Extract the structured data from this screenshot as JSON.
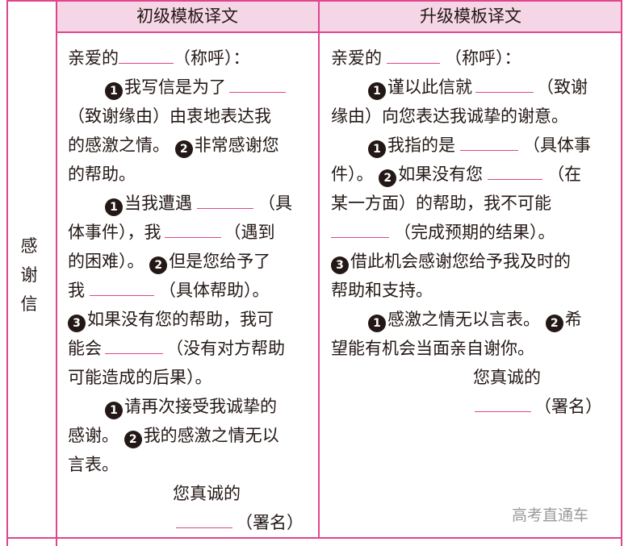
{
  "header": {
    "col1": "初级模板译文",
    "col2": "升级模板译文"
  },
  "side_label": [
    "感",
    "谢",
    "信"
  ],
  "col1": {
    "greeting": [
      "亲爱的",
      "（称呼）："
    ],
    "p1": {
      "l1": [
        "我写信是为了"
      ],
      "l2": "（致谢缘由）由衷地表达我",
      "l3a": "的感激之情。",
      "l3b": "非常感谢您",
      "l4": "的帮助。"
    },
    "p2": {
      "l1": [
        "当我遭遇",
        "（具"
      ],
      "l2": [
        "体事件），我",
        "（遇到"
      ],
      "l3a": "的困难）。",
      "l3b": "但是您给予了",
      "l4": [
        "我",
        "（具体帮助）。"
      ],
      "l5": "如果没有您的帮助，我可",
      "l6": [
        "能会",
        "（没有对方帮助"
      ],
      "l7": "可能造成的后果）。"
    },
    "p3": {
      "l1": "请再次接受我诚挚的",
      "l2a": "感谢。",
      "l2b": "我的感激之情无以",
      "l3": "言表。"
    },
    "closing": "您真诚的",
    "signature": "（署名）"
  },
  "col2": {
    "greeting": [
      "亲爱的",
      "（称呼）："
    ],
    "p1": {
      "l1": [
        "谨以此信就",
        "（致谢"
      ],
      "l2": "缘由）向您表达我诚挚的谢意。"
    },
    "p2": {
      "l1": [
        "我指的是",
        "（具体事"
      ],
      "l2a": "件）。",
      "l2b": [
        "如果没有您",
        "（在"
      ],
      "l3": "某一方面）的帮助，我不可能",
      "l4": "（完成预期的结果）。",
      "l5": "借此机会感谢您给予我及时的",
      "l6": "帮助和支持。"
    },
    "p3": {
      "l1a": "感激之情无以言表。",
      "l1b": "希",
      "l2": "望能有机会当面亲自谢你。"
    },
    "closing": "您真诚的",
    "signature": "（署名）"
  },
  "markers": {
    "one": "1",
    "two": "2",
    "three": "3"
  },
  "watermark": "高考直通车",
  "colors": {
    "border": "#e0458c",
    "header_bg": "#f5d6e6",
    "text": "#231815"
  }
}
